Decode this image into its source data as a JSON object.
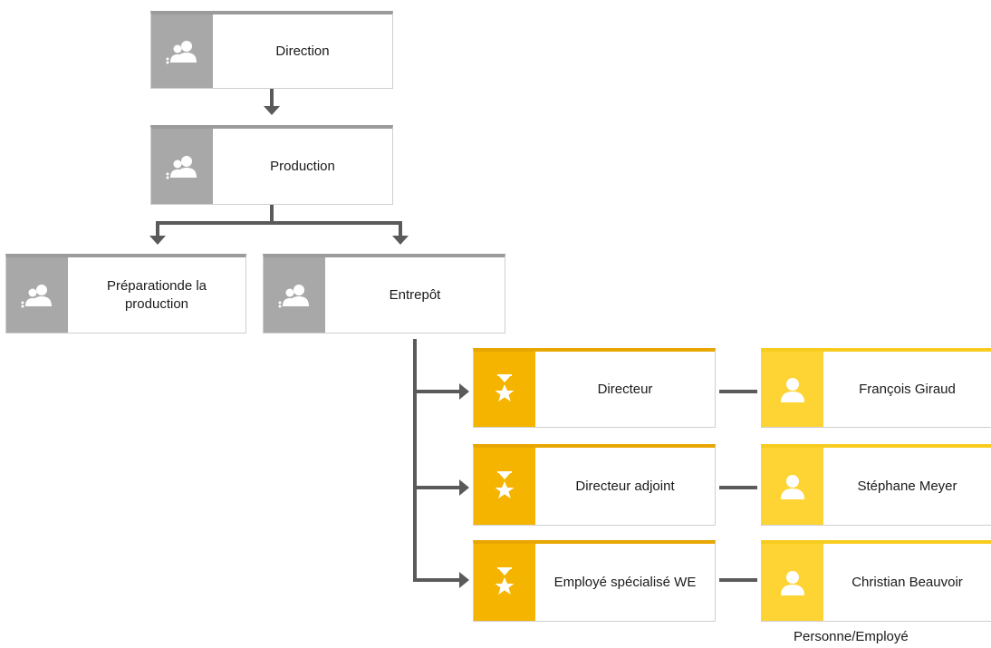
{
  "units": [
    {
      "label": "Direction",
      "icon": "group-icon"
    },
    {
      "label": "Production",
      "icon": "group-icon"
    },
    {
      "label": "Préparationde la production",
      "icon": "group-icon"
    },
    {
      "label": "Entrepôt",
      "icon": "group-icon"
    }
  ],
  "roles": [
    {
      "label": "Directeur",
      "icon": "role-icon"
    },
    {
      "label": "Directeur adjoint",
      "icon": "role-icon"
    },
    {
      "label": "Employé spécialisé WE",
      "icon": "role-icon"
    }
  ],
  "persons": [
    {
      "label": "François Giraud",
      "icon": "person-icon"
    },
    {
      "label": "Stéphane Meyer",
      "icon": "person-icon"
    },
    {
      "label": "Christian Beauvoir",
      "icon": "person-icon"
    }
  ],
  "caption": "Personne/Employé",
  "colors": {
    "unit_tile": "#a8a8a8",
    "role_tile": "#f5b400",
    "person_tile": "#fdd433",
    "connector": "#5a5a5a"
  }
}
